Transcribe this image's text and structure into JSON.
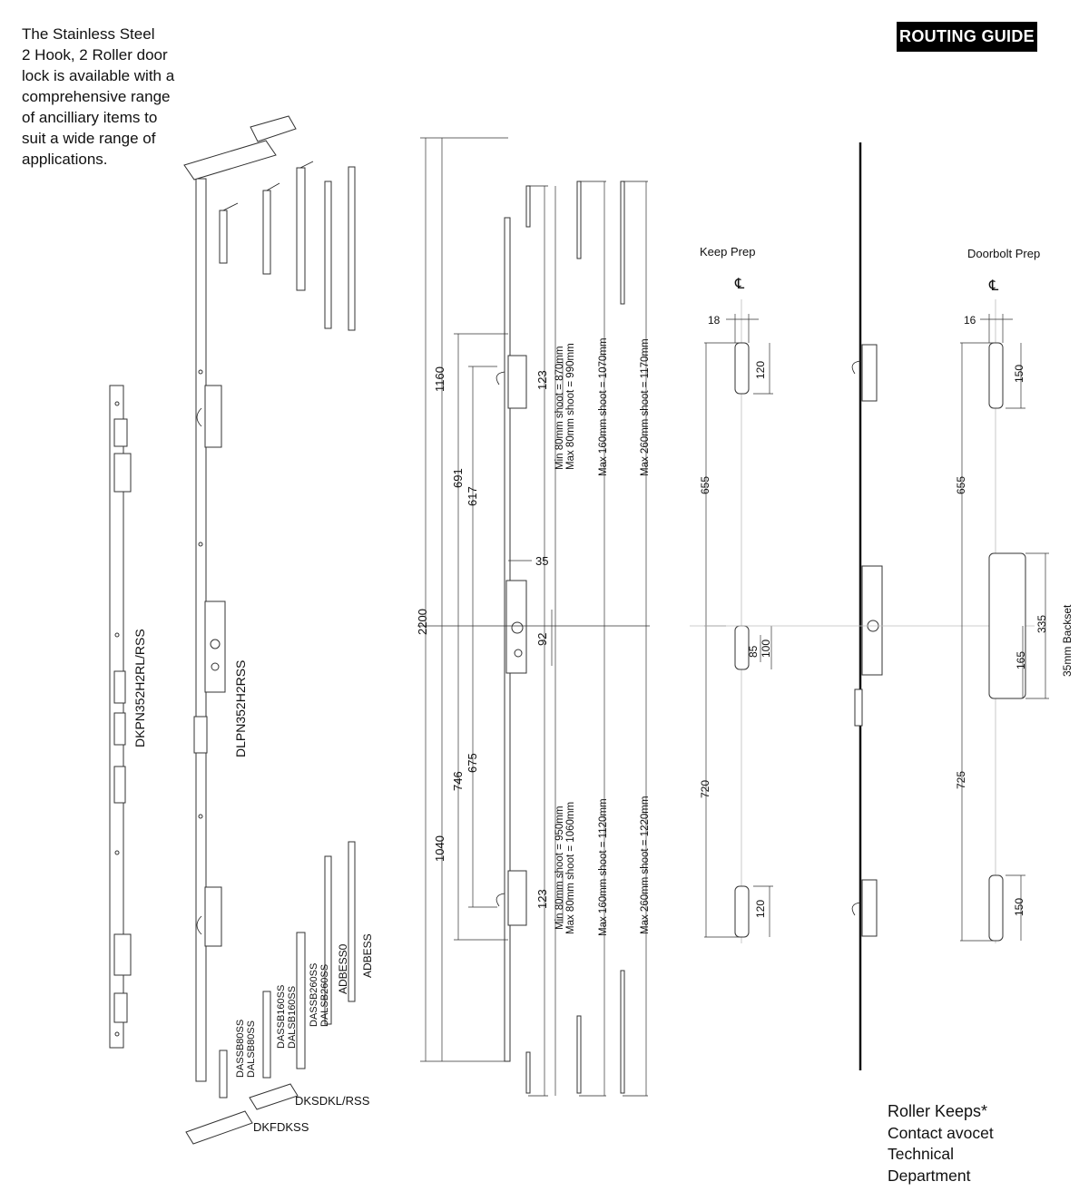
{
  "intro_text": "The Stainless Steel\n2 Hook, 2 Roller door\nlock is available with a\ncomprehensive range\nof ancilliary items to\nsuit a wide range of\napplications.",
  "badge": "ROUTING GUIDE",
  "roller_note": {
    "line1": "Roller Keeps*",
    "rest": "Contact avocet\nTechnical\nDepartment"
  },
  "parts": {
    "keep_strip": "DKPN352H2RL/RSS",
    "lock_body": "DLPN352H2RSS",
    "ext_80_a": "DASSB80SS",
    "ext_80_b": "DALSB80SS",
    "ext_160_a": "DASSB160SS",
    "ext_160_b": "DALSB160SS",
    "ext_260_a": "DASSB260SS",
    "ext_260_b": "DALSB260SS",
    "adaptor_a": "ADBESS0",
    "adaptor_b": "ADBESS",
    "flush_keep_a": "DKSDKL/RSS",
    "flush_keep_b": "DKFDKSS"
  },
  "dimensions": {
    "overall": "2200",
    "upper": "1160",
    "lower": "1040",
    "d691": "691",
    "d617": "617",
    "d746": "746",
    "d675": "675",
    "d123_top": "123",
    "d123_bottom": "123",
    "d35": "35",
    "d92": "92",
    "shoot_top": [
      "Min 80mm shoot = 870mm",
      "Max 80mm shoot = 990mm",
      "Max 160mm shoot = 1070mm",
      "Max 260mm shoot = 1170mm"
    ],
    "shoot_bottom": [
      "Min 80mm shoot = 950mm",
      "Max 80mm shoot = 1060mm",
      "Max 160mm shoot = 1120mm",
      "Max 260mm shoot = 1220mm"
    ]
  },
  "keep_prep": {
    "title": "Keep Prep",
    "cl": "℄",
    "w18": "18",
    "d120_top": "120",
    "d655": "655",
    "d85": "85",
    "d100": "100",
    "d720": "720",
    "d120_bottom": "120"
  },
  "doorbolt_prep": {
    "title": "Doorbolt Prep",
    "cl": "℄",
    "w16": "16",
    "d150_top": "150",
    "d655": "655",
    "d335": "335",
    "d165": "165",
    "d725": "725",
    "d150_bottom": "150",
    "backset": "35mm Backset"
  }
}
